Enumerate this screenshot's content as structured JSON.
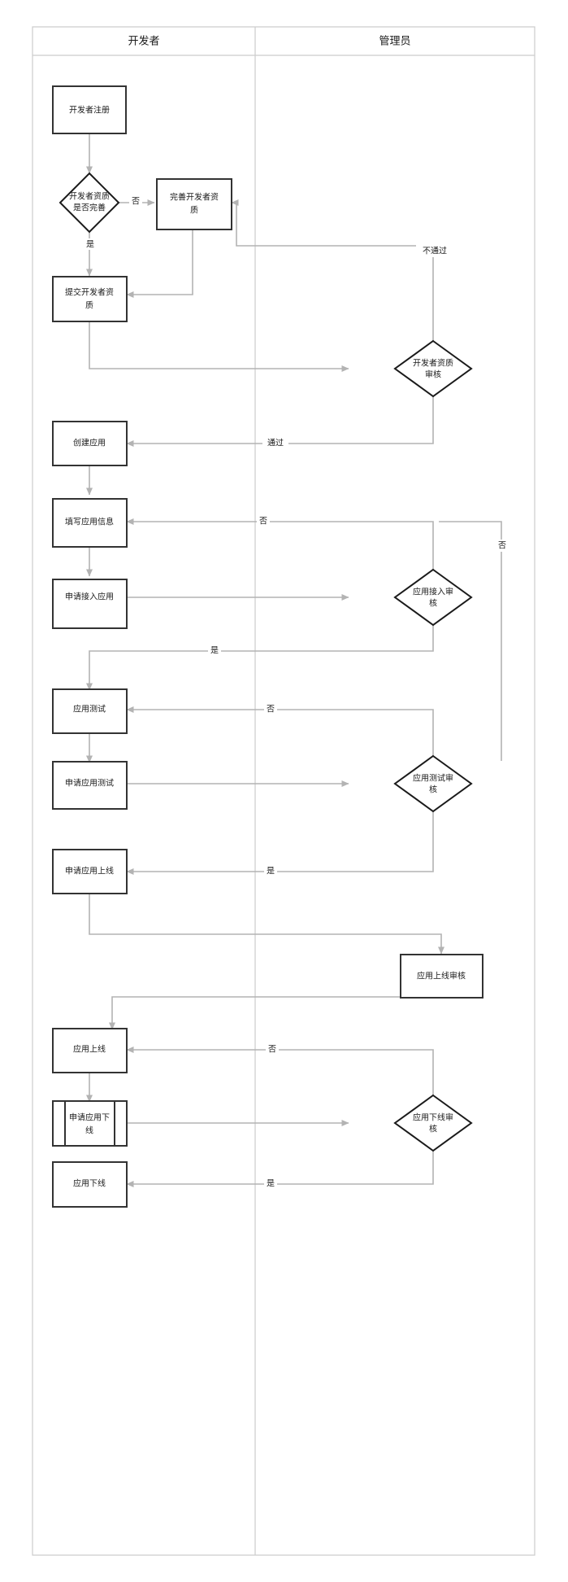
{
  "diagram": {
    "type": "swimlane-flowchart",
    "title": "",
    "lanes": [
      {
        "id": "developer",
        "label": "开发者"
      },
      {
        "id": "admin",
        "label": "管理员"
      }
    ],
    "colors": {
      "node_stroke": "#333333",
      "diamond_stroke": "#1a1a1a",
      "edge_stroke": "#b3b3b3",
      "lane_stroke": "#cccccc",
      "background": "#ffffff",
      "text": "#1a1a1a"
    },
    "nodes": [
      {
        "id": "n1",
        "shape": "process",
        "lane": "developer",
        "label": "开发者注册"
      },
      {
        "id": "n2",
        "shape": "decision",
        "lane": "developer",
        "label": "开发者资质是否完善"
      },
      {
        "id": "n3",
        "shape": "process",
        "lane": "developer",
        "label": "完善开发者资质"
      },
      {
        "id": "n4",
        "shape": "process",
        "lane": "developer",
        "label": "提交开发者资质"
      },
      {
        "id": "n5",
        "shape": "decision",
        "lane": "admin",
        "label": "开发者资质审核"
      },
      {
        "id": "n6",
        "shape": "process",
        "lane": "developer",
        "label": "创建应用"
      },
      {
        "id": "n7",
        "shape": "process",
        "lane": "developer",
        "label": "填写应用信息"
      },
      {
        "id": "n8",
        "shape": "process",
        "lane": "developer",
        "label": "申请接入应用"
      },
      {
        "id": "n9",
        "shape": "decision",
        "lane": "admin",
        "label": "应用接入审核"
      },
      {
        "id": "n10",
        "shape": "process",
        "lane": "developer",
        "label": "应用测试"
      },
      {
        "id": "n11",
        "shape": "process",
        "lane": "developer",
        "label": "申请应用测试"
      },
      {
        "id": "n12",
        "shape": "decision",
        "lane": "admin",
        "label": "应用测试审核"
      },
      {
        "id": "n13",
        "shape": "process",
        "lane": "developer",
        "label": "申请应用上线"
      },
      {
        "id": "n14",
        "shape": "process",
        "lane": "admin",
        "label": "应用上线审核"
      },
      {
        "id": "n15",
        "shape": "process",
        "lane": "developer",
        "label": "应用上线"
      },
      {
        "id": "n16",
        "shape": "predefined-process",
        "lane": "developer",
        "label": "申请应用下线"
      },
      {
        "id": "n17",
        "shape": "decision",
        "lane": "admin",
        "label": "应用下线审核"
      },
      {
        "id": "n18",
        "shape": "process",
        "lane": "developer",
        "label": "应用下线"
      }
    ],
    "edges": [
      {
        "from": "n1",
        "to": "n2",
        "label": ""
      },
      {
        "from": "n2",
        "to": "n3",
        "label": "否"
      },
      {
        "from": "n2",
        "to": "n4",
        "label": "是"
      },
      {
        "from": "n3",
        "to": "n4",
        "label": ""
      },
      {
        "from": "n4",
        "to": "n5",
        "label": ""
      },
      {
        "from": "n5",
        "to": "n3",
        "label": "不通过"
      },
      {
        "from": "n5",
        "to": "n6",
        "label": "通过"
      },
      {
        "from": "n6",
        "to": "n7",
        "label": ""
      },
      {
        "from": "n7",
        "to": "n8",
        "label": ""
      },
      {
        "from": "n8",
        "to": "n9",
        "label": ""
      },
      {
        "from": "n9",
        "to": "n7",
        "label": "否"
      },
      {
        "from": "n9",
        "to": "n10",
        "label": "是"
      },
      {
        "from": "n10",
        "to": "n11",
        "label": ""
      },
      {
        "from": "n11",
        "to": "n12",
        "label": ""
      },
      {
        "from": "n12",
        "to": "n10",
        "label": "否"
      },
      {
        "from": "n12",
        "to": "n7",
        "label": "否"
      },
      {
        "from": "n12",
        "to": "n13",
        "label": "是"
      },
      {
        "from": "n13",
        "to": "n14",
        "label": ""
      },
      {
        "from": "n14",
        "to": "n15",
        "label": ""
      },
      {
        "from": "n15",
        "to": "n16",
        "label": ""
      },
      {
        "from": "n16",
        "to": "n17",
        "label": ""
      },
      {
        "from": "n17",
        "to": "n15",
        "label": "否"
      },
      {
        "from": "n17",
        "to": "n18",
        "label": "是"
      }
    ],
    "edge_labels": {
      "no": "否",
      "yes": "是",
      "pass": "通过",
      "fail": "不通过"
    },
    "node_text": {
      "n1": [
        "开发者注册"
      ],
      "n2": [
        "开发者资质",
        "是否完善"
      ],
      "n3": [
        "完善开发者资",
        "质"
      ],
      "n4": [
        "提交开发者资",
        "质"
      ],
      "n5": [
        "开发者资质",
        "审核"
      ],
      "n6": [
        "创建应用"
      ],
      "n7": [
        "填写应用信息"
      ],
      "n8": [
        "申请接入应用"
      ],
      "n9": [
        "应用接入审",
        "核"
      ],
      "n10": [
        "应用测试"
      ],
      "n11": [
        "申请应用测试"
      ],
      "n12": [
        "应用测试审",
        "核"
      ],
      "n13": [
        "申请应用上线"
      ],
      "n14": [
        "应用上线审核"
      ],
      "n15": [
        "应用上线"
      ],
      "n16": [
        "申请应用下",
        "线"
      ],
      "n17": [
        "应用下线审",
        "核"
      ],
      "n18": [
        "应用下线"
      ]
    }
  }
}
